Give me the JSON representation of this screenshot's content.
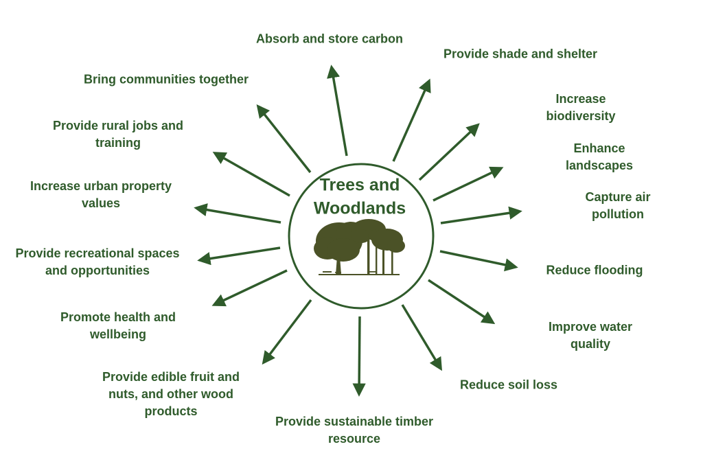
{
  "diagram": {
    "center": {
      "title": "Trees and\nWoodlands",
      "illustration": "trees-silhouette"
    },
    "benefits": [
      {
        "label": "Absorb and store carbon"
      },
      {
        "label": "Provide shade and shelter"
      },
      {
        "label": "Increase biodiversity"
      },
      {
        "label": "Enhance landscapes"
      },
      {
        "label": "Capture air pollution"
      },
      {
        "label": "Reduce flooding"
      },
      {
        "label": "Improve water quality"
      },
      {
        "label": "Reduce soil loss"
      },
      {
        "label": "Provide sustainable timber\nresource"
      },
      {
        "label": "Provide edible fruit and\nnuts, and other wood\nproducts"
      },
      {
        "label": "Promote health and\nwellbeing"
      },
      {
        "label": "Provide recreational spaces\nand opportunities"
      },
      {
        "label": "Increase urban property\nvalues"
      },
      {
        "label": "Provide rural jobs and\ntraining"
      },
      {
        "label": "Bring communities together"
      }
    ],
    "colors": {
      "accent_green": "#2f5b2b",
      "tree_green": "#4b5227",
      "background": "#ffffff"
    }
  }
}
